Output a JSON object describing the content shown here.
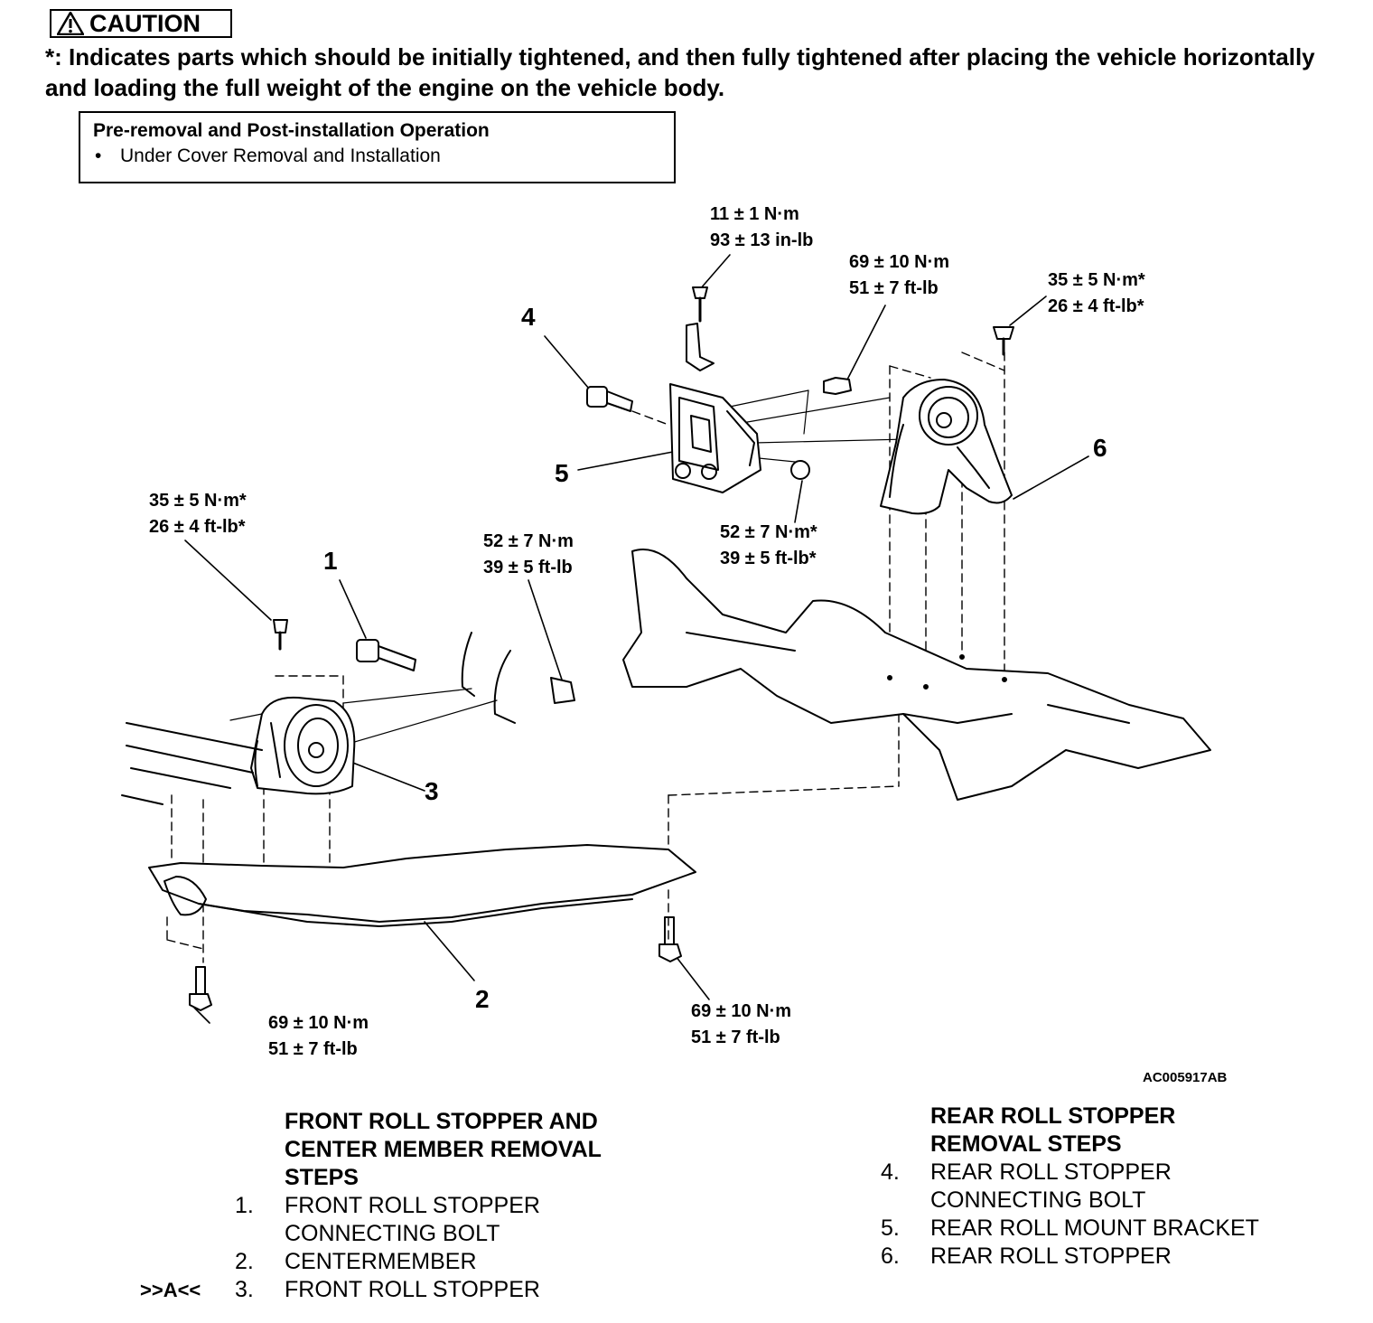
{
  "caution": {
    "label": "CAUTION",
    "note": "*: Indicates parts which should be initially tightened, and then fully tightened after placing the vehicle horizontally and loading the full weight of the engine on the vehicle body."
  },
  "pre_removal": {
    "title": "Pre-removal and Post-installation Operation",
    "items": [
      "Under Cover Removal and Installation"
    ]
  },
  "torques": [
    {
      "line1": "11 ± 1 N·m",
      "line2": "93 ± 13 in-lb"
    },
    {
      "line1": "69 ± 10 N·m",
      "line2": "51 ± 7 ft-lb"
    },
    {
      "line1": "35 ± 5 N·m*",
      "line2": "26 ± 4 ft-lb*"
    },
    {
      "line1": "35 ± 5 N·m*",
      "line2": "26 ± 4 ft-lb*"
    },
    {
      "line1": "52 ± 7 N·m",
      "line2": "39 ± 5 ft-lb"
    },
    {
      "line1": "52 ± 7 N·m*",
      "line2": "39 ± 5 ft-lb*"
    },
    {
      "line1": "69 ± 10 N·m",
      "line2": "51 ± 7 ft-lb"
    },
    {
      "line1": "69 ± 10 N·m",
      "line2": "51 ± 7 ft-lb"
    }
  ],
  "callouts": [
    "1",
    "2",
    "3",
    "4",
    "5",
    "6"
  ],
  "figure_id": "AC005917AB",
  "front_steps": {
    "heading": [
      "FRONT ROLL STOPPER AND",
      "CENTER MEMBER REMOVAL",
      "STEPS"
    ],
    "items": [
      {
        "num": "1.",
        "lines": [
          "FRONT ROLL STOPPER",
          "CONNECTING BOLT"
        ],
        "mark": ""
      },
      {
        "num": "2.",
        "lines": [
          "CENTERMEMBER"
        ],
        "mark": ""
      },
      {
        "num": "3.",
        "lines": [
          "FRONT ROLL STOPPER"
        ],
        "mark": ">>A<<"
      }
    ]
  },
  "rear_steps": {
    "heading": [
      "REAR ROLL STOPPER",
      "REMOVAL STEPS"
    ],
    "items": [
      {
        "num": "4.",
        "lines": [
          "REAR ROLL STOPPER",
          "CONNECTING BOLT"
        ]
      },
      {
        "num": "5.",
        "lines": [
          "REAR ROLL MOUNT BRACKET"
        ]
      },
      {
        "num": "6.",
        "lines": [
          "REAR ROLL STOPPER"
        ]
      }
    ]
  }
}
